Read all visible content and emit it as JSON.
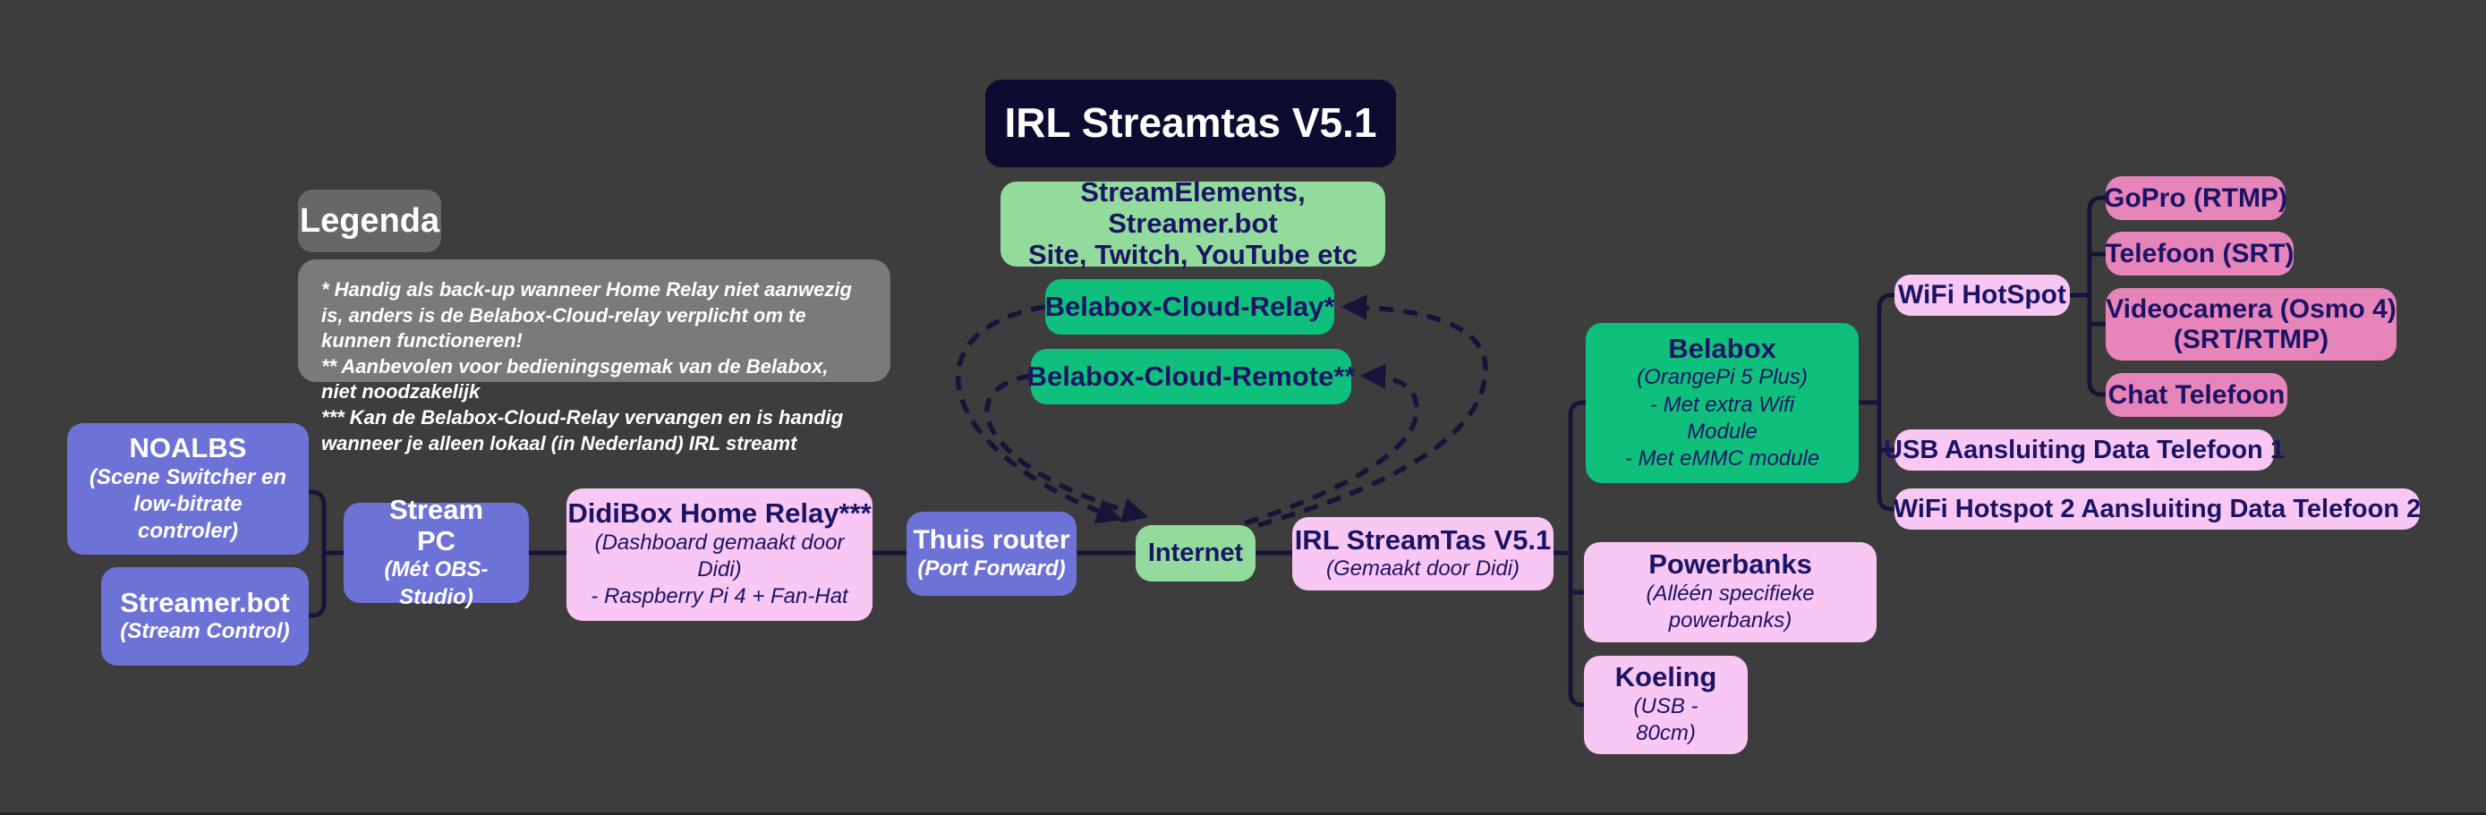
{
  "colors": {
    "background": "#3d3d3d",
    "title_box": "#0c0c31",
    "purple_node": "#6d72d6",
    "green_node": "#0fc07d",
    "light_green_node": "#92db9d",
    "light_pink_node": "#f9c7f4",
    "dark_pink_node": "#e784b9",
    "legend_header_gray": "#676767",
    "legend_body_gray": "#7a7a7a",
    "dark_text": "#1b1464",
    "light_text": "#ffffff",
    "connector": "#161539"
  },
  "title": {
    "label": "IRL Streamtas V5.1"
  },
  "legend": {
    "header": "Legenda",
    "notes": [
      "* Handig als back-up wanneer Home Relay niet aanwezig is, anders is de Belabox-Cloud-relay verplicht om te kunnen functioneren!",
      "** Aanbevolen voor bedieningsgemak van de Belabox, niet noodzakelijk",
      "*** Kan de Belabox-Cloud-Relay vervangen en is handig wanneer je alleen lokaal (in Nederland) IRL streamt"
    ]
  },
  "nodes": {
    "stream_services": {
      "lines": [
        "StreamElements, Streamer.bot",
        "Site, Twitch, YouTube etc"
      ]
    },
    "cloud_relay": {
      "title": "Belabox-Cloud-Relay*"
    },
    "cloud_remote": {
      "title": "Belabox-Cloud-Remote**"
    },
    "noalbs": {
      "title": "NOALBS",
      "subtitle": "(Scene Switcher en low-bitrate controler)"
    },
    "streamer_bot": {
      "title": "Streamer.bot",
      "subtitle": "(Stream Control)"
    },
    "stream_pc": {
      "title": "Stream PC",
      "subtitle": "(Mét OBS-Studio)"
    },
    "didibox": {
      "title": "DidiBox Home Relay***",
      "subs": [
        "(Dashboard gemaakt door Didi)",
        "- Raspberry Pi 4 + Fan-Hat"
      ]
    },
    "thuis_router": {
      "title": "Thuis router",
      "subtitle": "(Port Forward)"
    },
    "internet": {
      "title": "Internet"
    },
    "irl_streamtas": {
      "title": "IRL StreamTas V5.1",
      "subtitle": "(Gemaakt door Didi)"
    },
    "belabox": {
      "title": "Belabox",
      "subs": [
        "(OrangePi 5 Plus)",
        "- Met extra Wifi Module",
        "- Met eMMC module"
      ]
    },
    "wifi_hotspot": {
      "title": "WiFi HotSpot"
    },
    "gopro": {
      "title": "GoPro (RTMP)"
    },
    "telefoon": {
      "title": "Telefoon (SRT)"
    },
    "videocamera": {
      "lines": [
        "Videocamera (Osmo 4)",
        "(SRT/RTMP)"
      ]
    },
    "chat_telefoon": {
      "title": "Chat Telefoon"
    },
    "usb_data_1": {
      "title": "USB Aansluiting Data Telefoon 1"
    },
    "wifi_data_2": {
      "title": "WiFi Hotspot 2 Aansluiting Data Telefoon 2"
    },
    "powerbanks": {
      "title": "Powerbanks",
      "subtitle": "(Alléén specifieke powerbanks)"
    },
    "koeling": {
      "title": "Koeling",
      "subs": [
        "(USB -",
        "80cm)"
      ]
    }
  }
}
